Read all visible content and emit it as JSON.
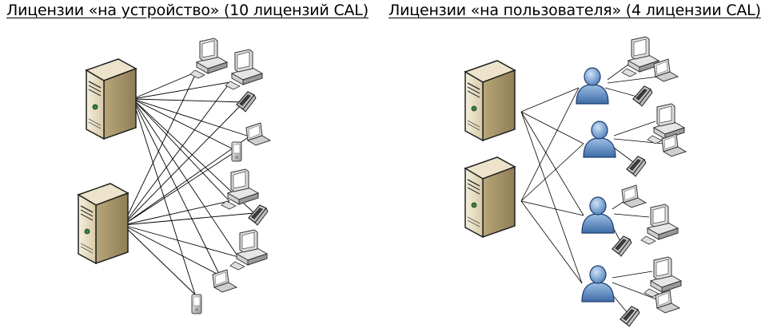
{
  "left_panel": {
    "title": "Лицензии «на устройство» (10 лицензий CAL)",
    "servers": [
      "server",
      "server"
    ],
    "devices": [
      "desktop",
      "desktop",
      "phone",
      "laptop",
      "pda",
      "desktop",
      "phone",
      "desktop",
      "laptop",
      "pda"
    ]
  },
  "right_panel": {
    "title": "Лицензии «на пользователя» (4 лицензии CAL)",
    "servers": [
      "server",
      "server"
    ],
    "users": [
      {
        "devices": [
          "desktop",
          "laptop",
          "phone"
        ]
      },
      {
        "devices": [
          "desktop",
          "laptop",
          "phone"
        ]
      },
      {
        "devices": [
          "laptop",
          "desktop",
          "phone"
        ]
      },
      {
        "devices": [
          "desktop",
          "laptop",
          "phone"
        ]
      }
    ]
  },
  "colors": {
    "server_light": "#f1ead8",
    "server_mid": "#d6c8a3",
    "server_dark": "#a8976b",
    "user_light": "#a6c6ea",
    "user_dark": "#4a7ab4",
    "device_light": "#eeeeee",
    "device_dark": "#7d7d7d",
    "screen": "#ffffff"
  }
}
